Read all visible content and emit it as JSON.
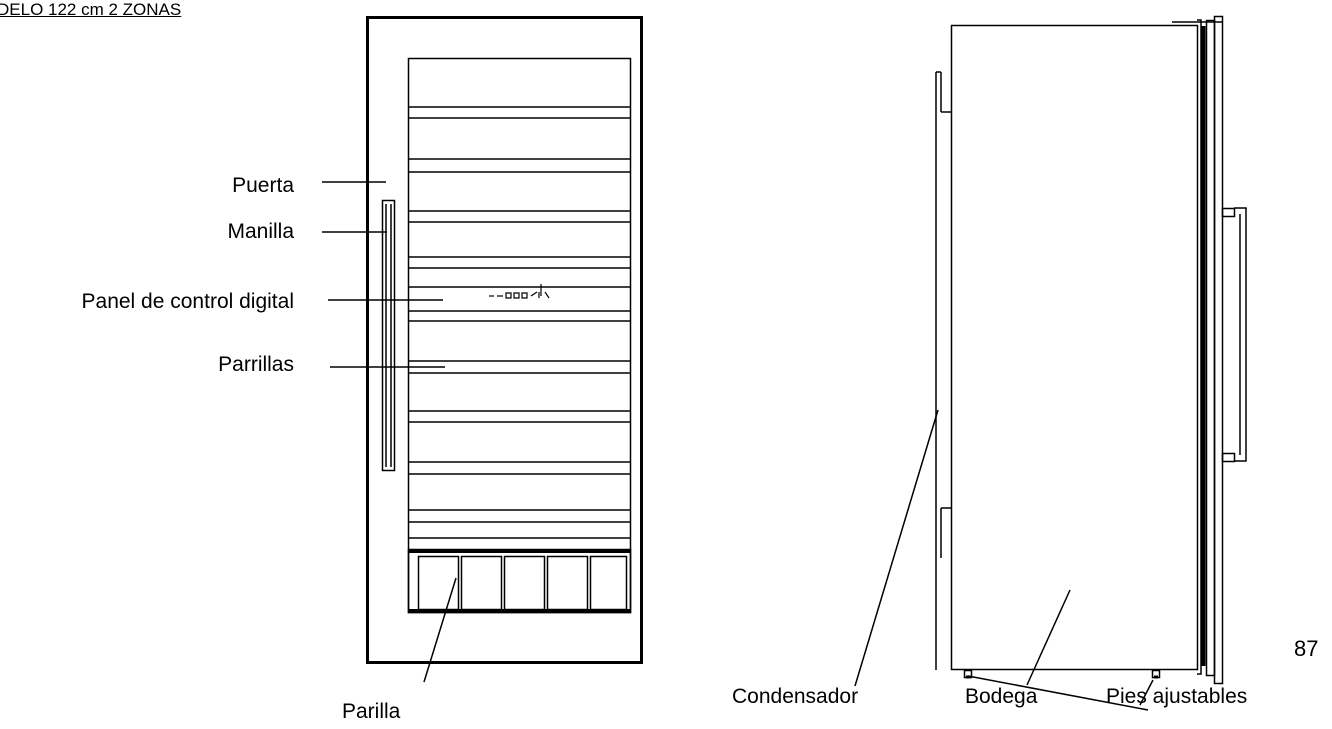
{
  "page_title": "DELO 122 cm 2 ZONAS",
  "front_view": {
    "labels": {
      "door": "Puerta",
      "handle": "Manilla",
      "control_panel": "Panel de control digital",
      "shelves": "Parrillas",
      "bottom_shelf": "Parilla"
    }
  },
  "side_view": {
    "labels": {
      "condenser": "Condensador",
      "cabinet": "Bodega",
      "adjustable_feet": "Pies ajustables"
    }
  },
  "page_number": "87"
}
